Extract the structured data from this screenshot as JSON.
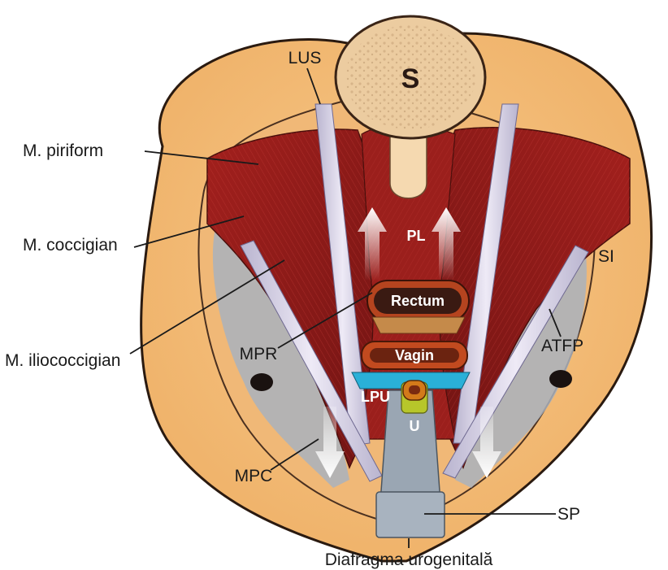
{
  "diagram": {
    "structures": {
      "sacrum": "S",
      "rectum": "Rectum",
      "vagina": "Vagin",
      "urethra": "U"
    },
    "labels": {
      "lus": "LUS",
      "piriform": "M. piriform",
      "coccigian": "M. coccigian",
      "iliococcigian": "M. iliococcigian",
      "mpr": "MPR",
      "mpc": "MPC",
      "pl": "PL",
      "si": "SI",
      "atfp": "ATFP",
      "lpu": "LPU",
      "sp": "SP",
      "urogenital": "Diafragma urogenitală"
    }
  }
}
